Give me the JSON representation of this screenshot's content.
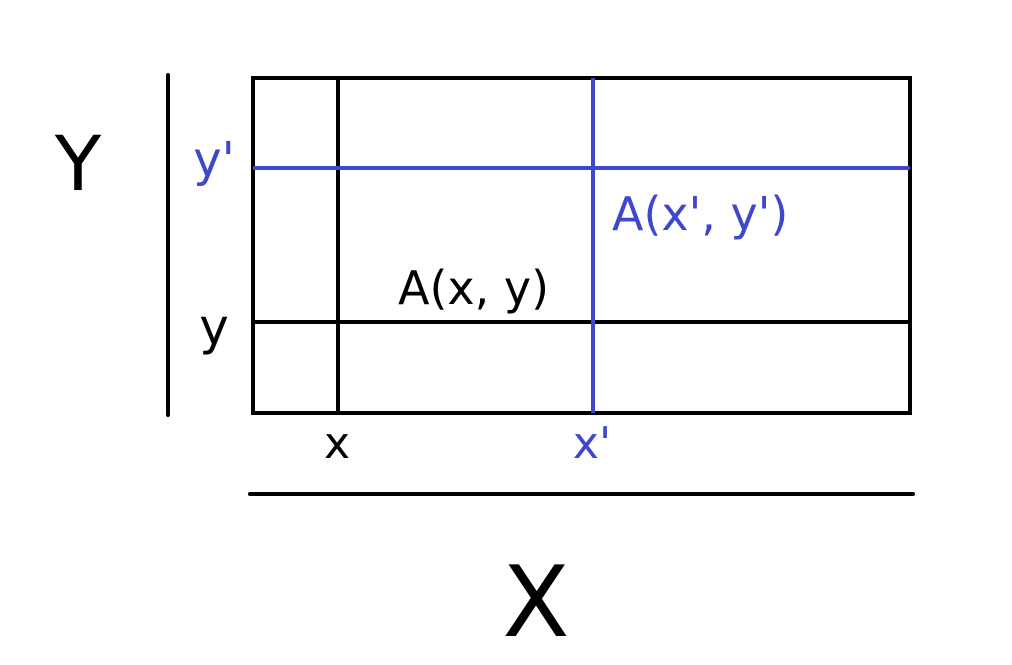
{
  "colors": {
    "ink": "#000000",
    "accent": "#3f48cc",
    "background": "#ffffff"
  },
  "axes": {
    "x_axis_label": "X",
    "y_axis_label": "Y"
  },
  "ticks": {
    "x_original": "x",
    "x_transformed": "x'",
    "y_original": "y",
    "y_transformed": "y'"
  },
  "points": {
    "original": "A(x, y)",
    "transformed": "A(x', y')"
  }
}
